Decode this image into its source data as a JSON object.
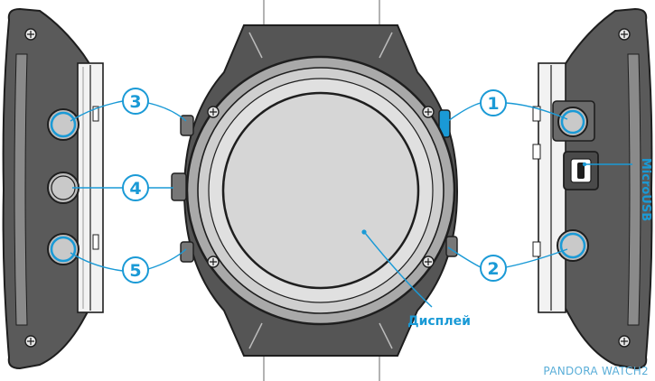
{
  "diagram": {
    "callouts": [
      "1",
      "2",
      "3",
      "4",
      "5"
    ],
    "display_label": "Дисплей",
    "port_label": "MicroUSB",
    "brand": "PANDORA WATCH2"
  },
  "colors": {
    "accent": "#1a9ad6",
    "outline": "#2b2b2b",
    "case_dark": "#4a4a4a",
    "bezel": "#b8b8b8",
    "screen": "#d6d6d6",
    "band": "#ffffff"
  }
}
